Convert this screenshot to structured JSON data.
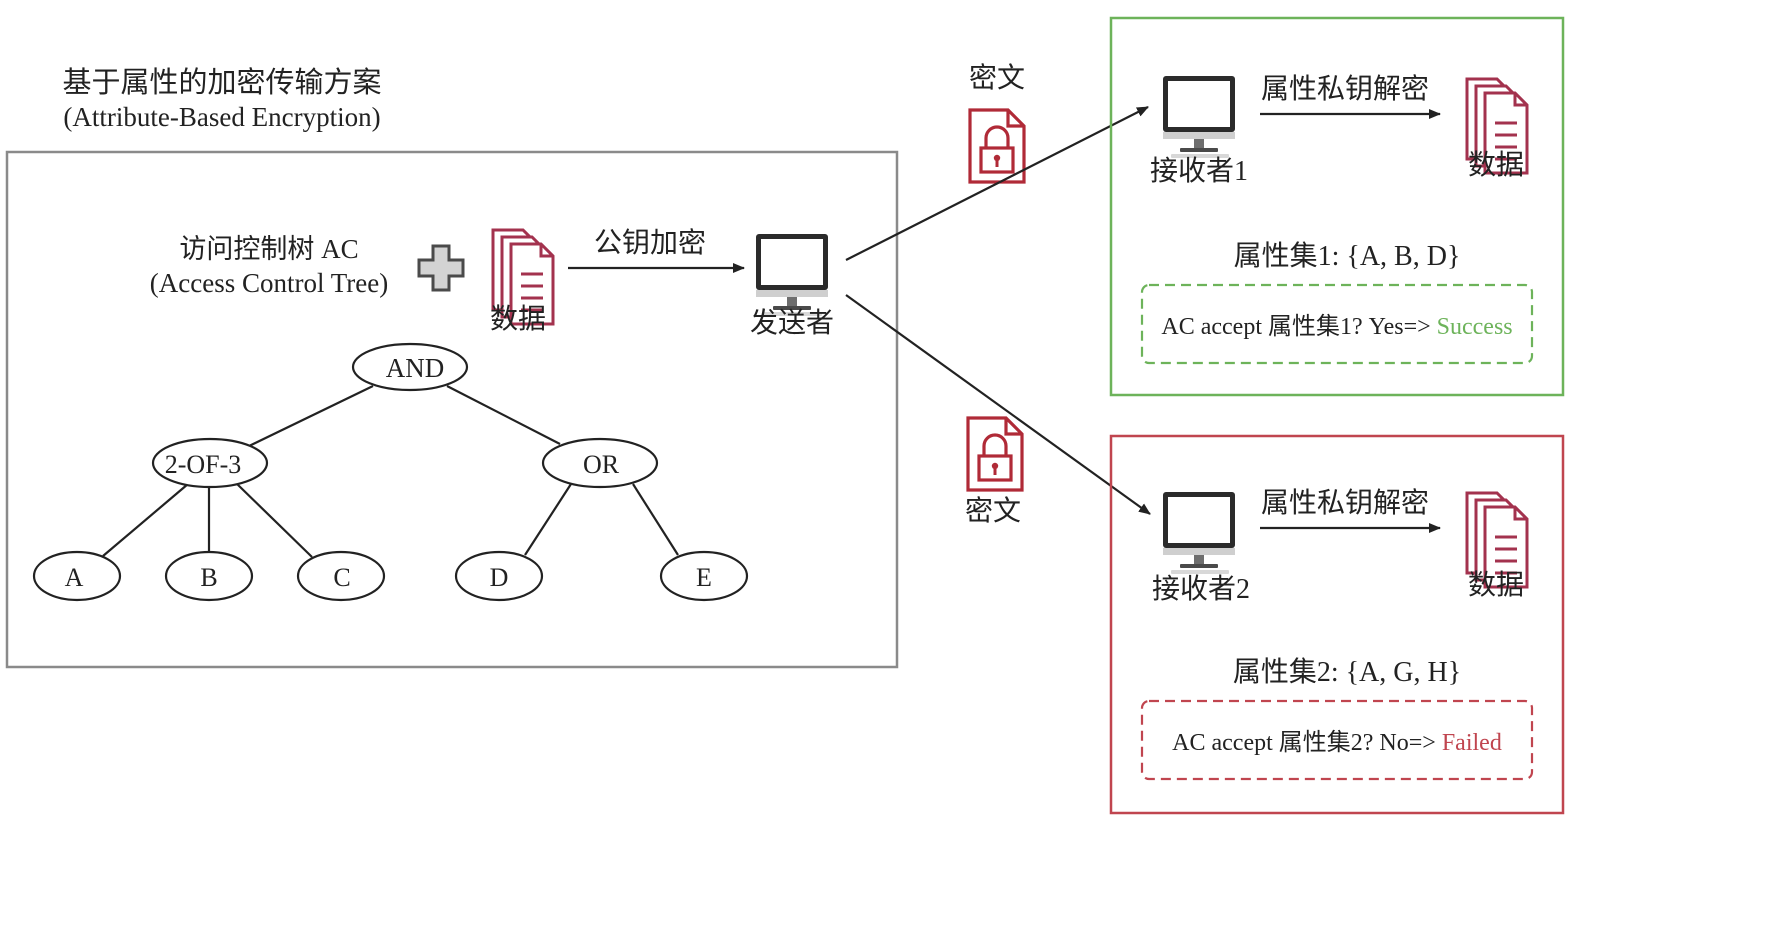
{
  "scheme": {
    "title_cn": "基于属性的加密传输方案",
    "title_en": "(Attribute-Based Encryption)"
  },
  "left_panel": {
    "ac_label_cn": "访问控制树 AC",
    "ac_label_en": "(Access Control Tree)",
    "data_label": "数据",
    "encrypt_label": "公钥加密",
    "sender_label": "发送者"
  },
  "tree": {
    "root": "AND",
    "threshold": "2-OF-3",
    "or": "OR",
    "leaves": [
      "A",
      "B",
      "C",
      "D",
      "E"
    ]
  },
  "ciphertext_label": "密文",
  "receivers": [
    {
      "name": "接收者1",
      "decrypt_label": "属性私钥解密",
      "data_label": "数据",
      "attr_set": "属性集1: {A, B, D}",
      "check_text": "AC accept 属性集1? Yes=> ",
      "result": "Success",
      "color": "#6db35a"
    },
    {
      "name": "接收者2",
      "decrypt_label": "属性私钥解密",
      "data_label": "数据",
      "attr_set": "属性集2: {A, G, H}",
      "check_text": "AC accept 属性集2? No=> ",
      "result": "Failed",
      "color": "#c0454f"
    }
  ],
  "colors": {
    "doc_icon": "#a3324e",
    "lock_icon": "#b02a37",
    "panel_border": "#8a8a8a",
    "success": "#6db35a",
    "failed": "#c0454f"
  }
}
